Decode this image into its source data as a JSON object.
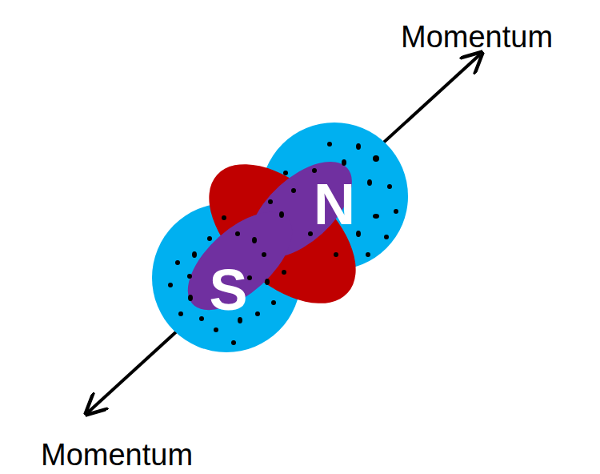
{
  "diagram": {
    "nodes": [
      {
        "text": [
          "N"
        ]
      },
      {
        "text": [
          "S"
        ]
      }
    ],
    "labels": [
      "Momentum",
      "Momentum"
    ]
  }
}
